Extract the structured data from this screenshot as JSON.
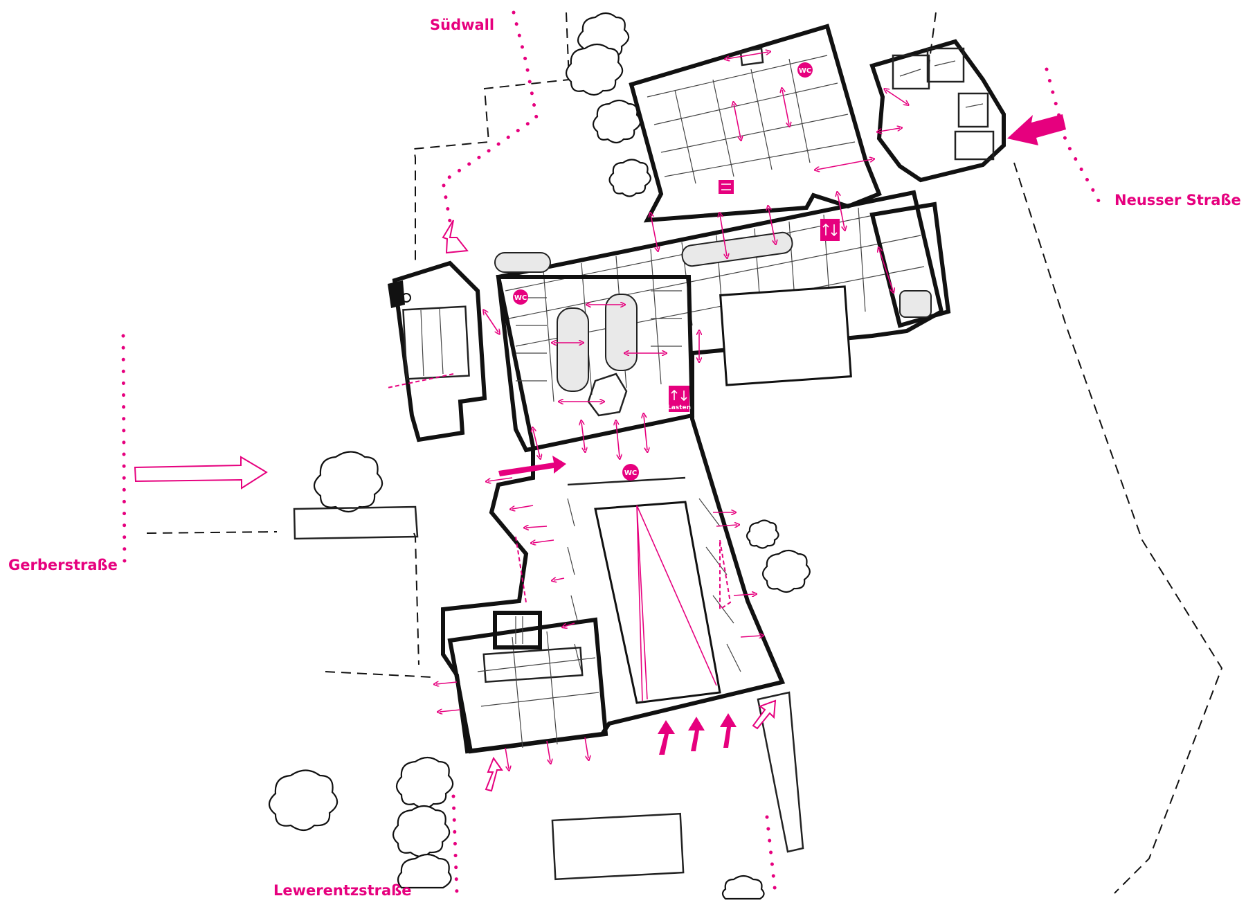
{
  "streets": {
    "suedwall": "Südwall",
    "neusser": "Neusser Straße",
    "gerber": "Gerberstraße",
    "lewerentz": "Lewerentzstraße"
  },
  "facilities": {
    "wc": "WC",
    "lasten": "Lasten"
  },
  "colors": {
    "accent": "#e6007e",
    "ink": "#111111",
    "background": "#ffffff"
  },
  "icons": [
    "entrance-arrow-icon",
    "open-entrance-arrow-icon",
    "wc-badge-icon",
    "lift-icon",
    "tree-icon",
    "double-arrow-icon"
  ]
}
